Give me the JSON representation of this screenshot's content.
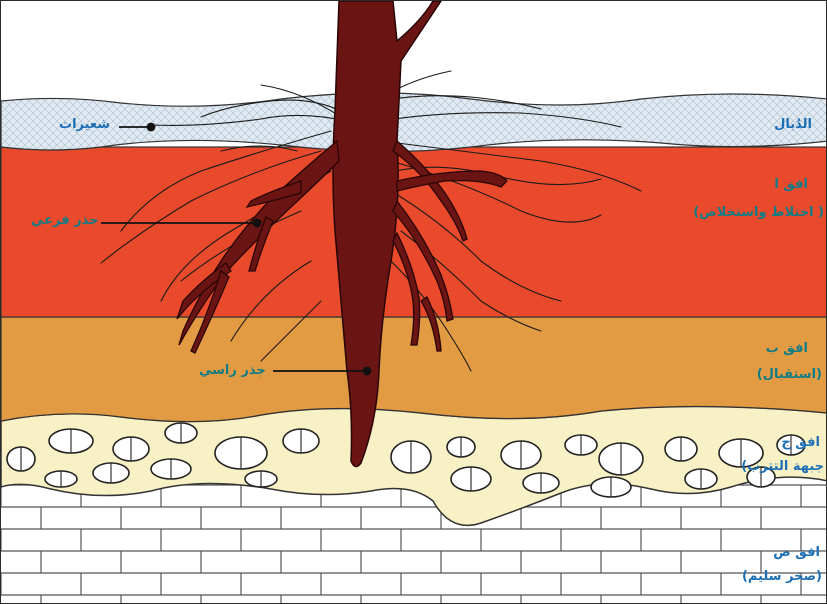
{
  "labels": {
    "root_hairs": "شعيرات",
    "lateral_root": "جذر فرعي",
    "tap_root": "جذر راسي"
  },
  "horizons": [
    {
      "name": "الدُبال",
      "subtitle": ""
    },
    {
      "name": "افق ا",
      "subtitle": "( اختلاط واستخلاص)"
    },
    {
      "name": "افق ب",
      "subtitle": "(استقبال)"
    },
    {
      "name": "افق ج",
      "subtitle": "جبهة التترب)"
    },
    {
      "name": "افق ص",
      "subtitle": "(صخر سليم)"
    }
  ],
  "colors": {
    "humus": "#dfe9f1",
    "horizon_a": "#e8482b",
    "horizon_b": "#e09a40",
    "horizon_c": "#f8f0c4",
    "bedrock": "#ffffff",
    "root": "#6a1414",
    "label_blue": "#1c6fb5",
    "label_teal": "#0f7c86"
  }
}
